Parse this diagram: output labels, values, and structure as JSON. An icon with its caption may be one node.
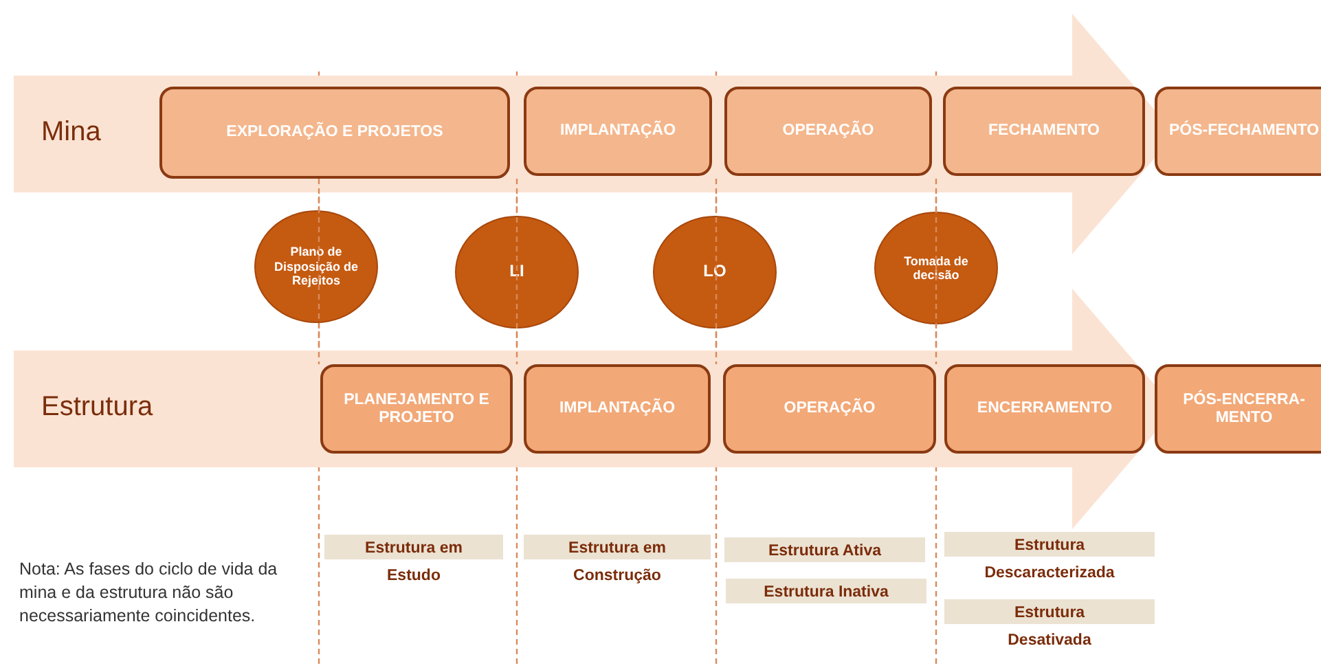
{
  "diagram": {
    "nodes": [
      {
        "text": [
          "Mina"
        ]
      },
      {
        "text": [
          "EXPLORAÇÃO E PROJETOS"
        ],
        "in": 0
      },
      {
        "text": [
          "IMPLANTAÇÃO"
        ],
        "in": 0
      },
      {
        "text": [
          "OPERAÇÃO"
        ],
        "in": 0
      },
      {
        "text": [
          "FECHAMENTO"
        ],
        "in": 0
      },
      {
        "text": [
          "PÓS-FECHAMENTO"
        ]
      },
      {
        "text": [
          "Plano de Disposição de Rejeitos"
        ]
      },
      {
        "text": [
          "LI"
        ]
      },
      {
        "text": [
          "LO"
        ]
      },
      {
        "text": [
          "Tomada de decisão"
        ]
      },
      {
        "text": [
          "Estrutura"
        ]
      },
      {
        "text": [
          "PLANEJAMENTO E PROJETO"
        ],
        "in": 10
      },
      {
        "text": [
          "IMPLANTAÇÃO"
        ],
        "in": 10
      },
      {
        "text": [
          "OPERAÇÃO"
        ],
        "in": 10
      },
      {
        "text": [
          "ENCERRAMENTO"
        ],
        "in": 10
      },
      {
        "text": [
          "PÓS-ENCERRA-MENTO"
        ]
      }
    ],
    "labels": [
      "Estrutura em Estudo",
      "Estrutura em Construção",
      "Estrutura Ativa",
      "Estrutura Inativa",
      "Estrutura Descaracterizada",
      "Estrutura Desativada",
      "Nota: As fases do ciclo de vida da mina e da estrutura não são necessariamente coincidentes."
    ]
  }
}
